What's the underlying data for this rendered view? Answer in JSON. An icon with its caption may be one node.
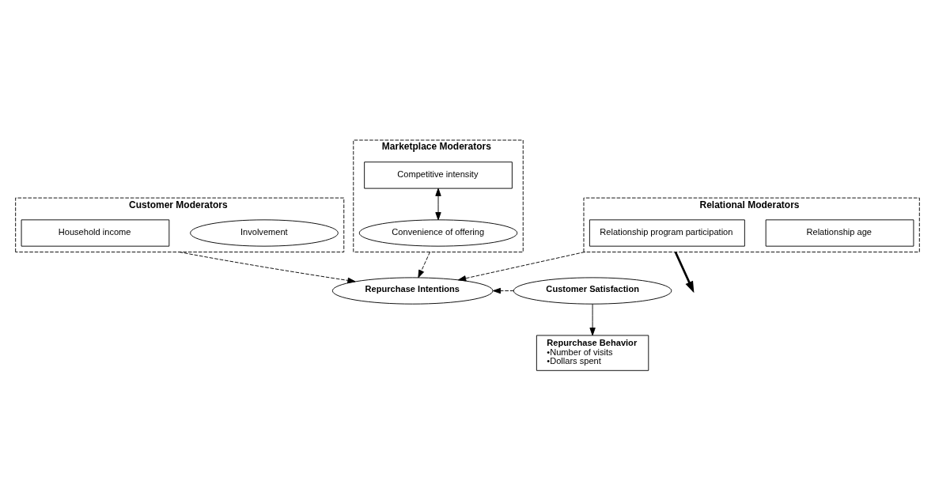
{
  "diagram": {
    "nodes": [
      {
        "text": [
          "Customer Moderators"
        ]
      },
      {
        "text": [
          "Involvement"
        ],
        "in": 0
      },
      {
        "text": [
          "Household income"
        ],
        "in": 0
      },
      {
        "text": [
          "Relational Moderators"
        ]
      },
      {
        "text": [
          "Relationship age"
        ],
        "in": 3
      },
      {
        "text": [
          "Relationship program participation"
        ],
        "in": 3
      },
      {
        "text": [
          "Marketplace Moderators"
        ]
      },
      {
        "text": [
          "Competitive intensity"
        ],
        "in": 6
      },
      {
        "text": [
          "Convenience of offering"
        ],
        "in": 6
      },
      {
        "text": [
          "Customer Satisfaction"
        ]
      },
      {
        "text": [
          "Repurchase Intentions"
        ]
      },
      {
        "text": [
          "Repurchase Behavior",
          "•Number of visits",
          "•Dollars spent"
        ]
      }
    ],
    "edges": [
      {
        "from": 7,
        "to": 8,
        "arrow": "both"
      },
      {
        "from": 0,
        "to": 10,
        "arrow": "to",
        "style": "dashed"
      },
      {
        "from": 3,
        "to": 10,
        "arrow": "to",
        "style": "dashed"
      },
      {
        "from": 6,
        "to": 10,
        "arrow": "to",
        "style": "dashed"
      },
      {
        "from": 9,
        "to": 10,
        "arrow": "to",
        "style": "dashed"
      },
      {
        "from": 9,
        "to": 11,
        "arrow": "to"
      },
      {
        "from": 3,
        "to": null,
        "arrow": "to",
        "style": "thick"
      }
    ]
  }
}
